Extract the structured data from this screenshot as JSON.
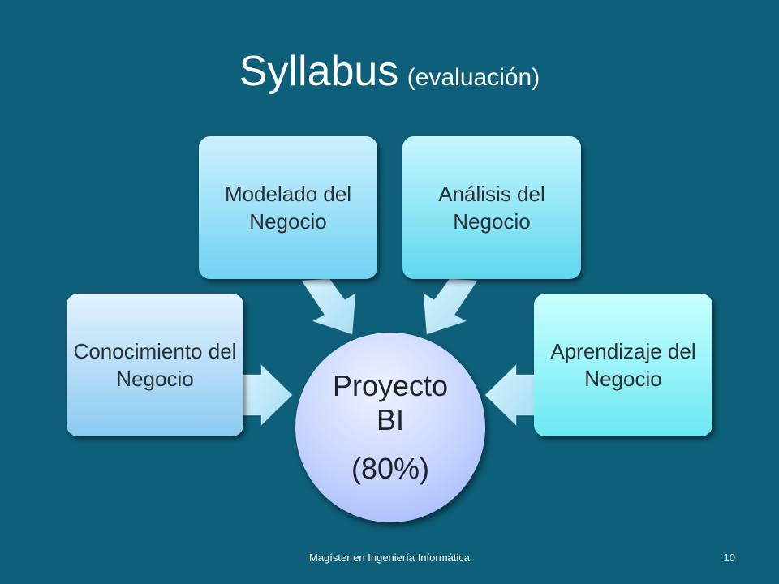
{
  "slide": {
    "title": "Syllabus",
    "title_sub": "(evaluación)",
    "footer": "Magíster en Ingeniería Informática",
    "page_number": "10"
  },
  "diagram": {
    "center": {
      "line1": "Proyecto BI",
      "line2": "(80%)"
    },
    "boxes": [
      {
        "label": "Conocimiento del Negocio"
      },
      {
        "label": "Modelado del Negocio"
      },
      {
        "label": "Análisis del Negocio"
      },
      {
        "label": "Aprendizaje del Negocio"
      }
    ]
  },
  "colors": {
    "background": "#0e5f7a",
    "center_fill": "#c5d3ff",
    "arrow_fill": "#b8e4f6"
  }
}
